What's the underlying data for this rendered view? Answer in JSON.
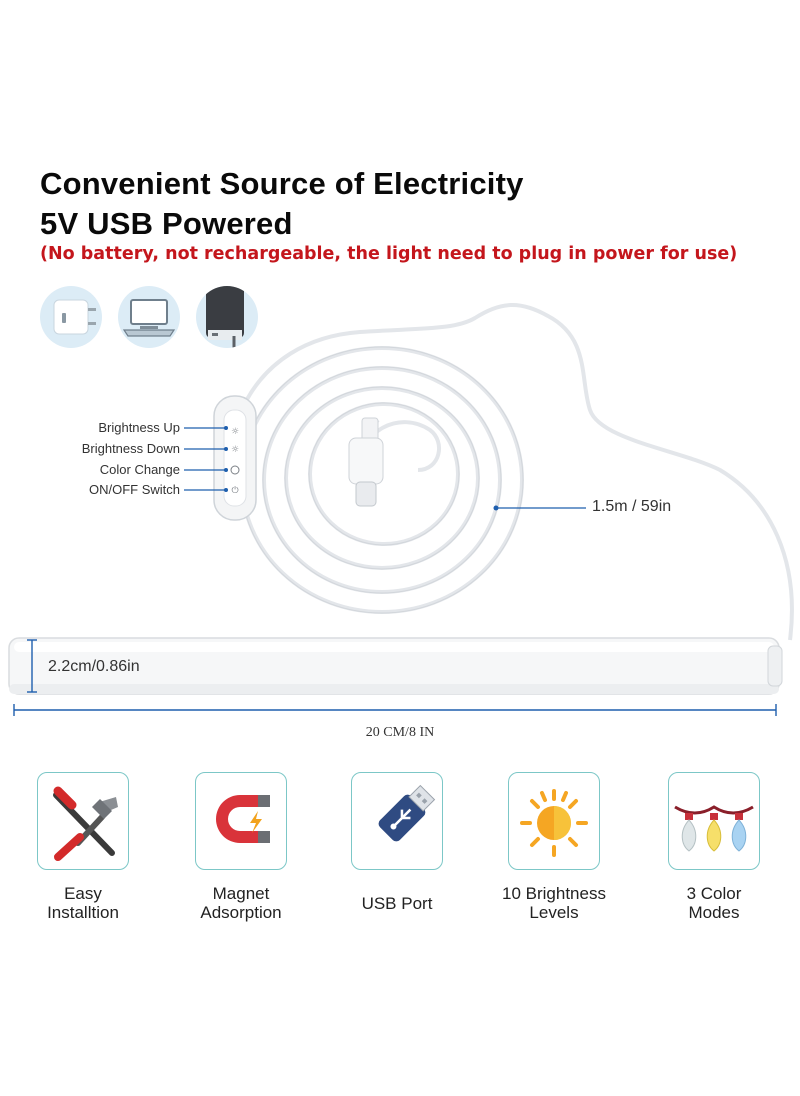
{
  "header": {
    "title_line1": "Convenient Source of Electricity",
    "title_line2": "5V USB Powered",
    "note": "(No battery, not rechargeable, the light need to plug in power for use)"
  },
  "power_sources": [
    "wall-adapter-icon",
    "laptop-icon",
    "power-bank-icon"
  ],
  "controller": {
    "buttons": [
      "Brightness Up",
      "Brightness Down",
      "Color Change",
      "ON/OFF Switch"
    ]
  },
  "dimensions": {
    "cable_length": "1.5m / 59in",
    "height": "2.2cm/0.86in",
    "width": "20 CM/8 IN"
  },
  "features": [
    {
      "icon": "hammer-screwdriver-icon",
      "line1": "Easy",
      "line2": "Installtion"
    },
    {
      "icon": "magnet-icon",
      "line1": "Magnet",
      "line2": "Adsorption"
    },
    {
      "icon": "usb-drive-icon",
      "line1": "USB Port",
      "line2": ""
    },
    {
      "icon": "sun-icon",
      "line1": "10 Brightness",
      "line2": "Levels"
    },
    {
      "icon": "light-bulbs-icon",
      "line1": "3 Color",
      "line2": "Modes"
    }
  ],
  "colors": {
    "accent_red": "#c4161c",
    "dimension_blue": "#1f5fae",
    "icon_border_teal": "#7cc7c7"
  }
}
